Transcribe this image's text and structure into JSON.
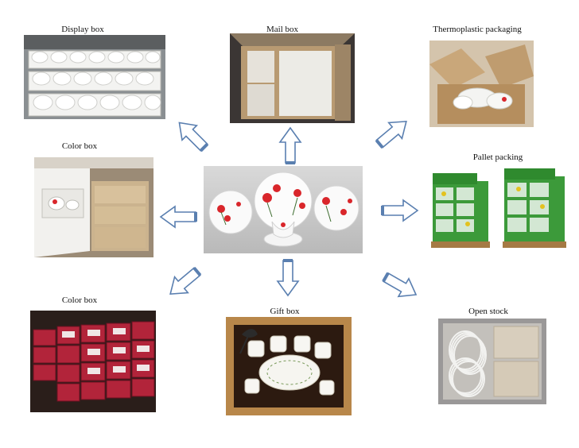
{
  "labels": {
    "display_box": "Display box",
    "mail_box": "Mail box",
    "thermoplastic": "Thermoplastic packaging",
    "color_box_left": "Color box",
    "pallet": "Pallet packing",
    "color_box_bottom": "Color box",
    "gift_box": "Gift box",
    "open_stock": "Open stock"
  },
  "colors": {
    "arrow_stroke": "#5a7fb0",
    "arrow_fill": "#ffffff",
    "cardboard": "#c9a77a",
    "poppy_red": "#d9262b"
  }
}
